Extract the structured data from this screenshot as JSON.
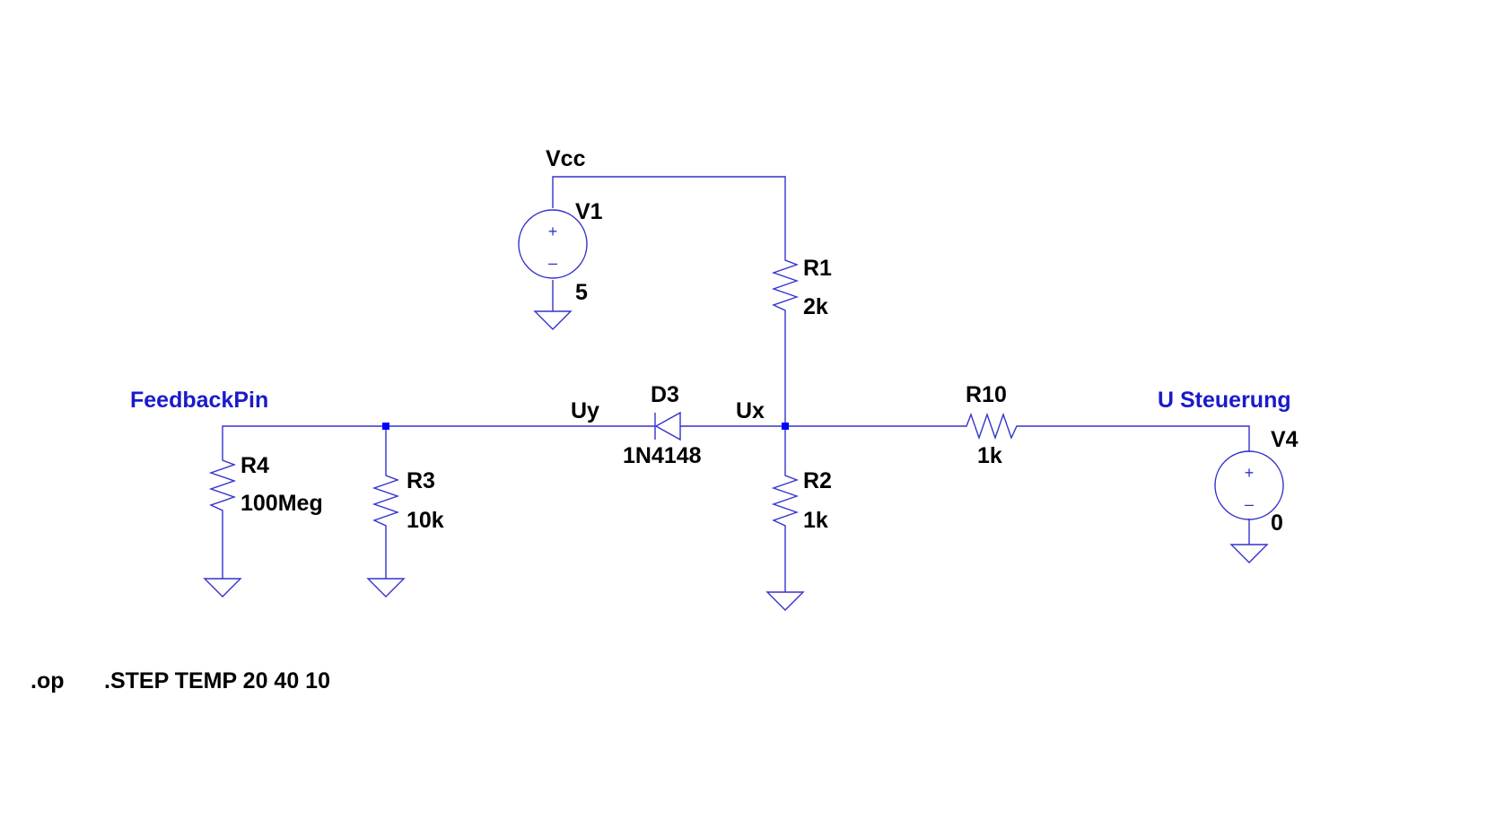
{
  "net_labels": {
    "vcc": "Vcc",
    "feedback": "FeedbackPin",
    "uy": "Uy",
    "ux": "Ux",
    "steuerung": "U Steuerung"
  },
  "components": {
    "v1": {
      "name": "V1",
      "value": "5"
    },
    "v4": {
      "name": "V4",
      "value": "0"
    },
    "r1": {
      "name": "R1",
      "value": "2k"
    },
    "r2": {
      "name": "R2",
      "value": "1k"
    },
    "r3": {
      "name": "R3",
      "value": "10k"
    },
    "r4": {
      "name": "R4",
      "value": "100Meg"
    },
    "r10": {
      "name": "R10",
      "value": "1k"
    },
    "d3": {
      "name": "D3",
      "value": "1N4148"
    }
  },
  "directives": {
    "op": ".op",
    "step": ".STEP TEMP 20 40 10"
  },
  "source_symbols": {
    "plus": "+",
    "minus": "–"
  },
  "colors": {
    "wire": "#3333cc",
    "junction": "#0000ff",
    "net_label": "#1a1acc",
    "text": "#000000"
  }
}
